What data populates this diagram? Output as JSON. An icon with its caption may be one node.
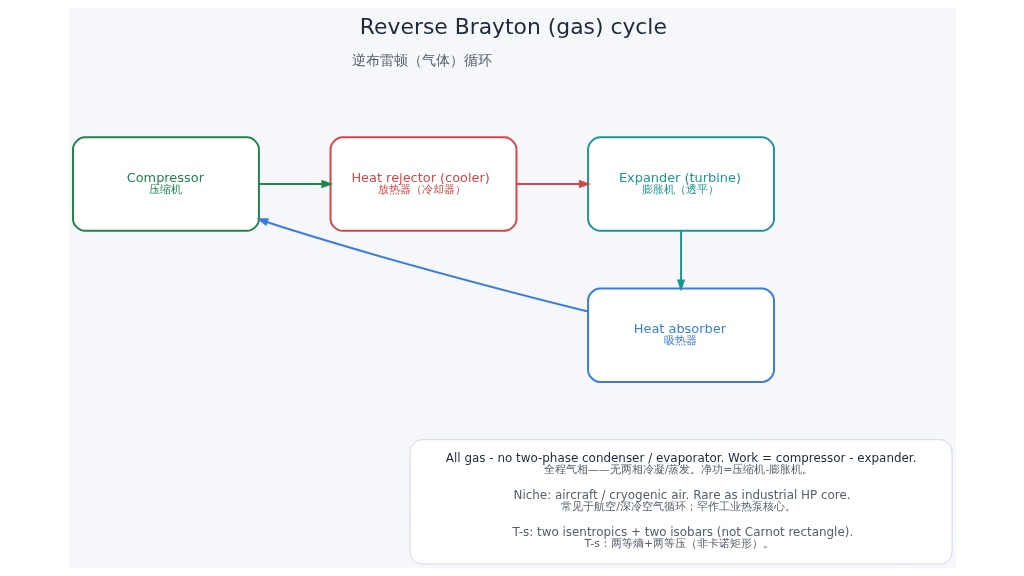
{
  "diagram": {
    "title": "Reverse Brayton (gas) cycle",
    "nodes": [
      {
        "text": [
          "Compressor",
          "压缩机"
        ]
      },
      {
        "text": [
          "Heat rejector (cooler)",
          "放热器（冷却器）"
        ]
      },
      {
        "text": [
          "Expander (turbine)",
          "膨胀机（透平）"
        ]
      },
      {
        "text": [
          "Heat absorber",
          "吸热器"
        ]
      },
      {
        "text": [
          "All gas - no two-phase condenser / evaporator. Work = compressor - expander.",
          "全程气相——无两相冷凝/蒸发。净功=压缩机-膨胀机。",
          "Niche: aircraft / cryogenic air. Rare as industrial HP core.",
          "常见于航空/深冷空气循环；罕作工业热泵核心。",
          "T-s: two isentropics + two isobars (not Carnot rectangle).",
          "T-s：两等熵+两等压（非卡诺矩形）。"
        ]
      }
    ],
    "edges": [
      {
        "from": 0,
        "to": 1,
        "arrow": "to",
        "color": "#23834f"
      },
      {
        "from": 1,
        "to": 2,
        "arrow": "to",
        "color": "#d04848"
      },
      {
        "from": 2,
        "to": 3,
        "arrow": "to",
        "color": "#1f9490"
      },
      {
        "from": 3,
        "to": 0,
        "arrow": "to",
        "color": "#3b7ddd"
      }
    ],
    "labels": [
      "逆布雷顿（气体）循环"
    ]
  }
}
